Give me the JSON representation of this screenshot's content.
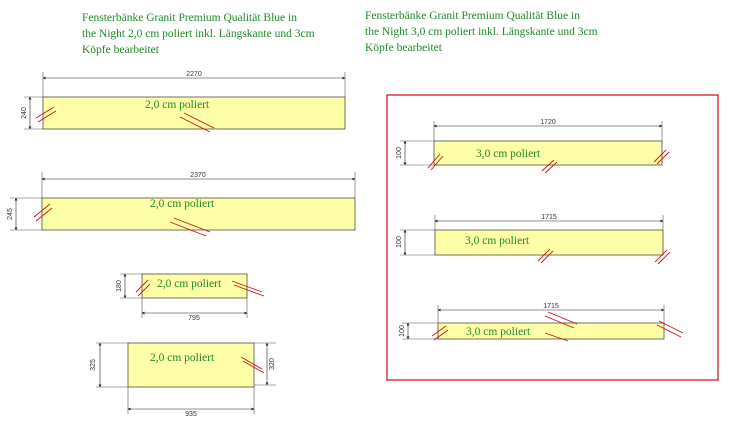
{
  "header_left": {
    "line1": "Fensterbänke Granit Premium Qualität Blue in",
    "line2": "the Night 2,0 cm poliert inkl. Längskante und 3cm",
    "line3": "Köpfe bearbeitet"
  },
  "header_right": {
    "line1": "Fensterbänke Granit Premium Qualität Blue in",
    "line2": "the Night 3,0 cm poliert inkl. Längskante und 3cm",
    "line3": "Köpfe bearbeitet"
  },
  "colors": {
    "panel_fill": "#ffffa8",
    "panel_stroke": "#333333",
    "label": "#1e8a2a",
    "edge_mark": "#cc1111",
    "highlight_box": "#d42020"
  },
  "panels": [
    {
      "id": "p2270",
      "label": "2,0 cm poliert",
      "length": "2270",
      "depth": "240"
    },
    {
      "id": "p2370",
      "label": "2,0 cm poliert",
      "length": "2370",
      "depth": "245"
    },
    {
      "id": "p795",
      "label": "2,0 cm poliert",
      "length": "795",
      "depth": "180"
    },
    {
      "id": "p935",
      "label": "2,0 cm poliert",
      "length": "935",
      "depth_left": "325",
      "depth_right": "320"
    },
    {
      "id": "p1720",
      "label": "3,0 cm poliert",
      "length": "1720",
      "depth": "100"
    },
    {
      "id": "p1715a",
      "label": "3,0 cm poliert",
      "length": "1715",
      "depth": "100"
    },
    {
      "id": "p1715b",
      "label": "3,0 cm poliert",
      "length": "1715",
      "depth": "100"
    }
  ]
}
